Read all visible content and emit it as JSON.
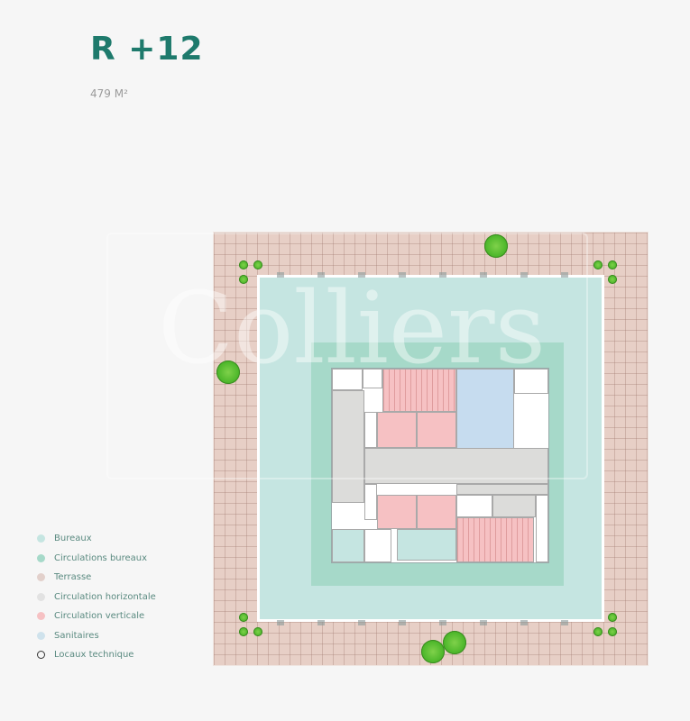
{
  "header": {
    "title": "R +12",
    "area": "479 M²"
  },
  "plan": {
    "watermark": "Colliers",
    "colors": {
      "terrasse": "#e7cfc6",
      "bureaux": "#c5e5e1",
      "circulations_bureaux": "#a6d9c9",
      "circulation_horizontale": "#dcdcda",
      "circulation_verticale": "#f6c1c3",
      "sanitaires": "#c6dcef"
    }
  },
  "legend": {
    "items": [
      {
        "label": "Bureaux",
        "color": "#c5e5e1",
        "icon": "filled-dot"
      },
      {
        "label": "Circulations bureaux",
        "color": "#a6d9c9",
        "icon": "filled-dot"
      },
      {
        "label": "Terrasse",
        "color": "#e2d0cb",
        "icon": "filled-dot"
      },
      {
        "label": "Circulation horizontale",
        "color": "#e2e2e2",
        "icon": "filled-dot"
      },
      {
        "label": "Circulation verticale",
        "color": "#f6c1c3",
        "icon": "filled-dot"
      },
      {
        "label": "Sanitaires",
        "color": "#cfe2ec",
        "icon": "filled-dot"
      },
      {
        "label": "Locaux technique",
        "color": "#333333",
        "icon": "outline-circle"
      }
    ]
  }
}
